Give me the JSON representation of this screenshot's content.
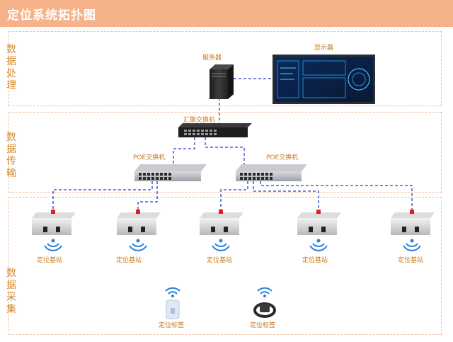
{
  "title": "定位系统拓扑图",
  "colors": {
    "header": "#f6b389",
    "label": "#d6892a",
    "link": "#2b3fc2",
    "port": "#e02020"
  },
  "sections": [
    {
      "label": "数据处理"
    },
    {
      "label": "数据传输"
    },
    {
      "label": "数据采集"
    }
  ],
  "nodes": {
    "server": "服务器",
    "display": "显示器",
    "core_switch": "汇聚交换机",
    "poe_left": "POE交换机",
    "poe_right": "POE交换机",
    "stations": [
      "定位基站",
      "定位基站",
      "定位基站",
      "定位基站",
      "定位基站"
    ],
    "tags": [
      "定位标签",
      "定位标签"
    ]
  }
}
